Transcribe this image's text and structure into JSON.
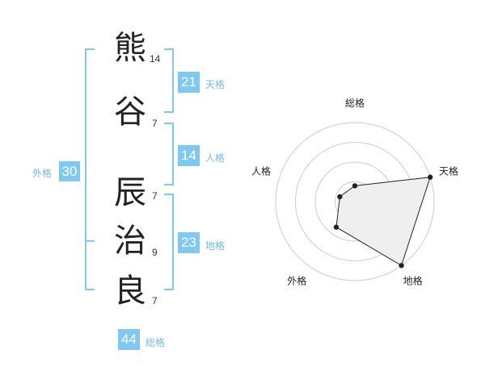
{
  "name": {
    "chars": [
      {
        "char": "熊",
        "strokes": "14"
      },
      {
        "char": "谷",
        "strokes": "7"
      },
      {
        "char": "辰",
        "strokes": "7"
      },
      {
        "char": "治",
        "strokes": "9"
      },
      {
        "char": "良",
        "strokes": "7"
      }
    ]
  },
  "fortune": {
    "tenkaku": {
      "value": "21",
      "label": "天格"
    },
    "jinkaku": {
      "value": "14",
      "label": "人格"
    },
    "chikaku": {
      "value": "23",
      "label": "地格"
    },
    "gaikaku": {
      "value": "30",
      "label": "外格"
    },
    "soukaku": {
      "value": "44",
      "label": "総格"
    }
  },
  "chart_data": {
    "type": "radar",
    "axes": [
      "総格",
      "天格",
      "地格",
      "外格",
      "人格"
    ],
    "values": [
      1,
      5,
      5,
      2,
      1
    ],
    "max": 5,
    "rings": 4,
    "colors": {
      "fill": "#efefef",
      "line": "#222222",
      "grid": "#cccccc",
      "center": "#bbbbbb"
    }
  }
}
